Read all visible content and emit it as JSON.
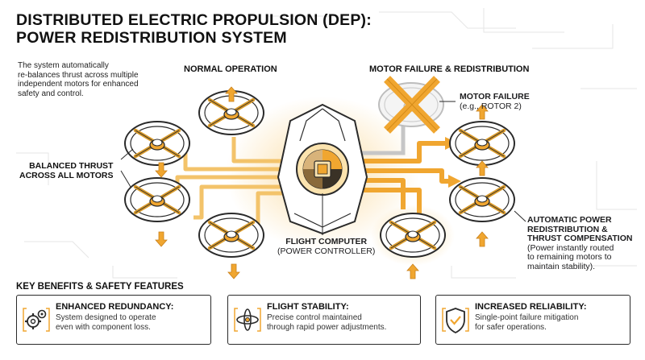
{
  "title": {
    "line1": "DISTRIBUTED ELECTRIC PROPULSION (DEP):",
    "line2": "POWER REDISTRIBUTION SYSTEM"
  },
  "intro": {
    "line1": "The system automatically",
    "line2": "re-balances thrust across multiple",
    "line3": "independent motors for enhanced",
    "line4": "safety and control."
  },
  "labels": {
    "normal_operation": "NORMAL OPERATION",
    "motor_failure_redistribution": "MOTOR FAILURE & REDISTRIBUTION",
    "balanced_thrust_1": "BALANCED THRUST",
    "balanced_thrust_2": "ACROSS ALL MOTORS",
    "motor_failure": "MOTOR FAILURE",
    "motor_failure_example": "(e.g., ROTOR 2)",
    "flight_computer": "FLIGHT COMPUTER",
    "power_controller": "(POWER CONTROLLER)",
    "auto_power_1": "AUTOMATIC POWER",
    "auto_power_2": "REDISTRIBUTION &",
    "auto_power_3": "THRUST COMPENSATION",
    "auto_power_desc_1": "(Power instantly routed",
    "auto_power_desc_2": "to remaining motors to",
    "auto_power_desc_3": "maintain stability)."
  },
  "benefits": {
    "heading": "KEY BENEFITS & SAFETY FEATURES",
    "items": [
      {
        "title": "ENHANCED REDUNDANCY:",
        "line1": "System designed to operate",
        "line2": "even with component loss.",
        "icon": "gears-icon"
      },
      {
        "title": "FLIGHT STABILITY:",
        "line1": "Precise control maintained",
        "line2": "through rapid power adjustments.",
        "icon": "rotor-orbit-icon"
      },
      {
        "title": "INCREASED RELIABILITY:",
        "line1": "Single-point failure mitigation",
        "line2": "for safer operations.",
        "icon": "shield-check-icon"
      }
    ]
  },
  "colors": {
    "accent": "#f0a630",
    "accent_light": "#fbe3ae",
    "failed": "#bdbdbd",
    "outline": "#2a2a2a"
  }
}
